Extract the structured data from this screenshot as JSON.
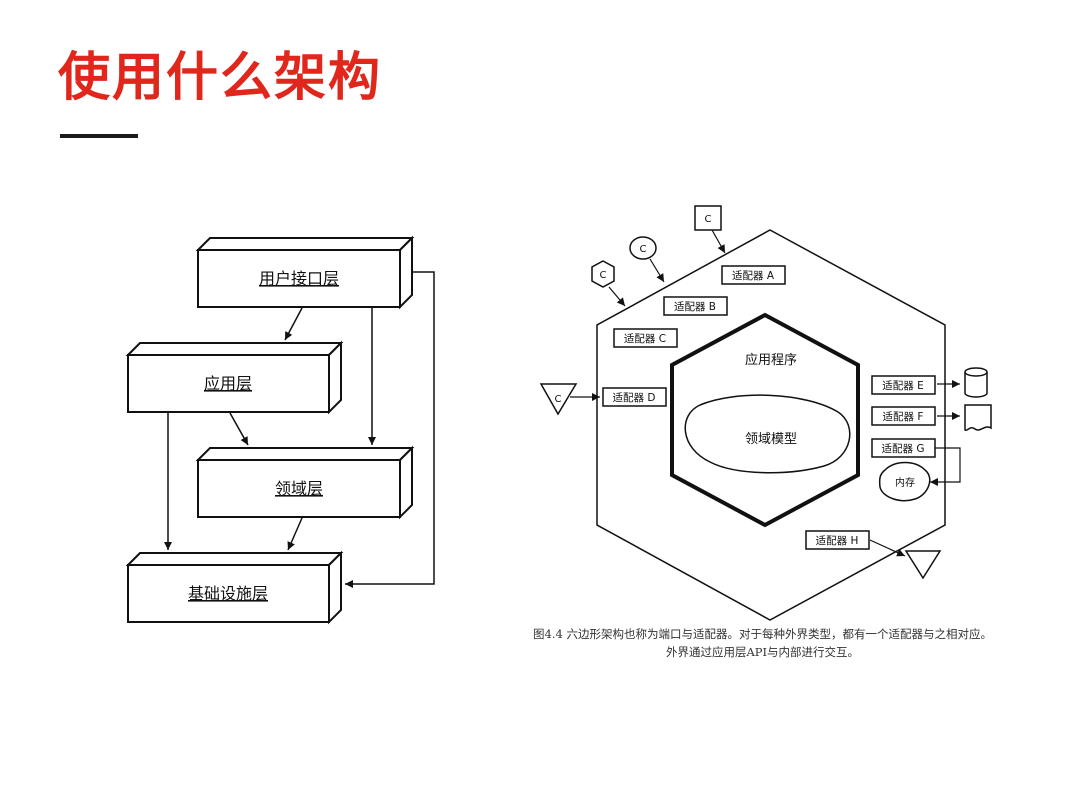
{
  "slide": {
    "title": "使用什么架构",
    "title_color": "#e1261c"
  },
  "layered": {
    "layers": [
      {
        "label": "用户接口层"
      },
      {
        "label": "应用层"
      },
      {
        "label": "领域层"
      },
      {
        "label": "基础设施层"
      }
    ]
  },
  "hexagon": {
    "app_label": "应用程序",
    "domain_label": "领域模型",
    "memory_label": "内存",
    "client_label": "C",
    "adapters": [
      {
        "label": "适配器 A"
      },
      {
        "label": "适配器 B"
      },
      {
        "label": "适配器 C"
      },
      {
        "label": "适配器 D"
      },
      {
        "label": "适配器 E"
      },
      {
        "label": "适配器 F"
      },
      {
        "label": "适配器 G"
      },
      {
        "label": "适配器 H"
      }
    ],
    "caption_line1": "图4.4 六边形架构也称为端口与适配器。对于每种外界类型，都有一个适配器与之相对应。",
    "caption_line2": "外界通过应用层API与内部进行交互。"
  }
}
